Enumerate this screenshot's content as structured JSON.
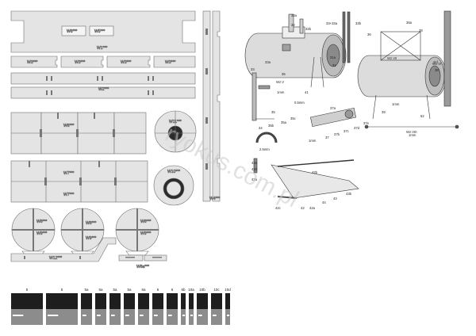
{
  "parts": {
    "w6a": "W6***",
    "w5a": "W5***",
    "w1": "W1***",
    "w3": [
      "W3***",
      "W3***",
      "W3***",
      "W3***"
    ],
    "w2": "W2***",
    "w6": "W6***",
    "w11": "W11***",
    "w7": [
      "W7***",
      "W7***"
    ],
    "w10": "W10***",
    "w4": "W4***",
    "w8": [
      "W8***",
      "W8***",
      "W8***"
    ],
    "w9": [
      "W9***",
      "W9***",
      "W9***"
    ],
    "w12": "W12***",
    "w8a": "W8a***"
  },
  "callouts": {
    "c32a": "32a",
    "c32": "32",
    "c32b": "32b",
    "c3333a": "33+33a",
    "c33b": "33b",
    "c38a": "38a",
    "c36": "36",
    "c38": "38",
    "c31a": "31a",
    "c31": "31",
    "c31f": "31f",
    "c33": "33",
    "c33a": "33a",
    "c39": "39",
    "c52": "52",
    "c35": "35",
    "c35c": "35c",
    "c35a": "35a",
    "c34": "34",
    "c35b": "35b",
    "c37a": "37a",
    "c37": "37",
    "c37b": "37b",
    "c37c": "37c",
    "c37d": "37d",
    "c37e": "37e",
    "c41": "41",
    "c42a": "42a",
    "c42b": "42b",
    "c42c": "42c",
    "c42": "42",
    "c42d": "42d",
    "c43": "43",
    "c43a": "43a",
    "c43b": "43b",
    "c44": "44",
    "c44b": "44b",
    "c31e": "31e",
    "wz_vii": "Wz.VII",
    "wz_vi": "Wz.VI",
    "wz_viii": "Wz.VIII",
    "wz_v": "Wz.V",
    "m1mm_a": "1mm",
    "m1mm_b": "1mm",
    "m1mm_c": "1mm",
    "m1mm_d": "1mm",
    "m05": "0.5mm",
    "m25": "2.5mm"
  },
  "strips": [
    "5",
    "5",
    "5a",
    "5a",
    "5a",
    "5a",
    "6a",
    "6",
    "6",
    "6b",
    "10a",
    "10b",
    "10c",
    "10d"
  ],
  "watermark": "ryokus.com.pl"
}
